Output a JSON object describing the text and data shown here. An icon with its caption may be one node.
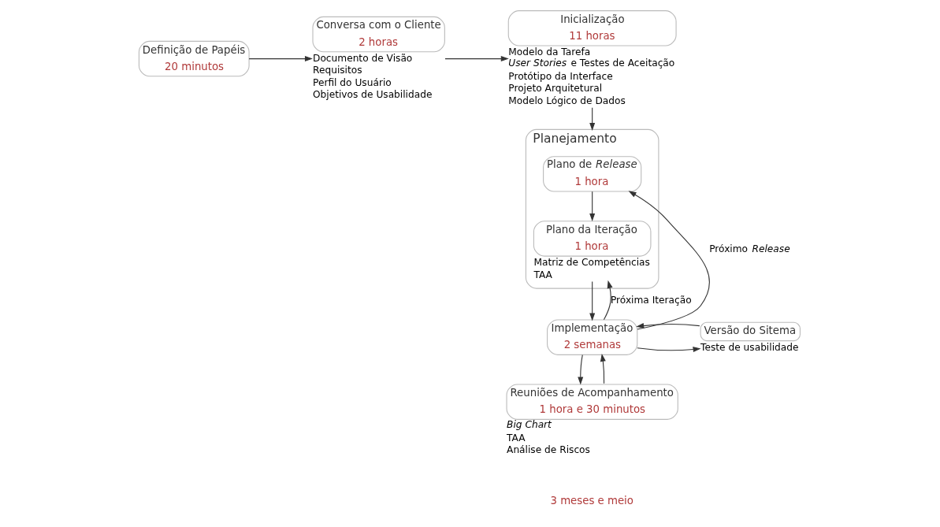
{
  "diagram": {
    "nodes": [
      {
        "text": [
          "Definição de Papéis",
          "20 minutos"
        ]
      },
      {
        "text": [
          "Conversa com o Cliente",
          "2 horas"
        ],
        "beside": [
          "Documento de Visão",
          "Requisitos",
          "Perfil do Usuário",
          "Objetivos de Usabilidade"
        ]
      },
      {
        "text": [
          "Inicialização",
          "11 horas"
        ],
        "beside": [
          "Modelo da Tarefa",
          "*User Stories* e Testes de Aceitação",
          "Protótipo da Interface",
          "Projeto Arquitetural",
          "Modelo Lógico de Dados"
        ]
      },
      {
        "text": [
          "Planejamento"
        ]
      },
      {
        "text": [
          "Plano de *Release*",
          "1 hora"
        ],
        "in": 3
      },
      {
        "text": [
          "Plano da Iteração",
          "1 hora"
        ],
        "in": 3,
        "beside": [
          "Matriz de Competências",
          "TAA"
        ]
      },
      {
        "text": [
          "Implementação",
          "2 semanas"
        ]
      },
      {
        "text": [
          "Versão do Sitema"
        ],
        "beside": [
          "Teste de usabilidade"
        ]
      },
      {
        "text": [
          "Reuniões de Acompanhamento",
          "1 hora e 30 minutos"
        ],
        "beside": [
          "*Big Chart*",
          "TAA",
          "Análise de Riscos"
        ]
      }
    ],
    "edges": [
      {
        "from": 0,
        "to": 1,
        "arrow": "to"
      },
      {
        "from": 1,
        "to": 2,
        "arrow": "to"
      },
      {
        "from": 2,
        "to": 3,
        "arrow": "to"
      },
      {
        "from": 4,
        "to": 5,
        "arrow": "to"
      },
      {
        "from": 5,
        "to": 6,
        "arrow": "to"
      },
      {
        "from": 6,
        "to": 4,
        "arrow": "to",
        "label": "Próximo *Release*"
      },
      {
        "from": 6,
        "to": 5,
        "arrow": "to",
        "label": "Próxima Iteração"
      },
      {
        "from": 6,
        "to": 7,
        "arrow": "to"
      },
      {
        "from": 7,
        "to": 6,
        "arrow": "to"
      },
      {
        "from": 6,
        "to": 8,
        "arrow": "to"
      },
      {
        "from": 8,
        "to": 6,
        "arrow": "to"
      }
    ],
    "labels": [
      "3 meses e meio"
    ]
  }
}
